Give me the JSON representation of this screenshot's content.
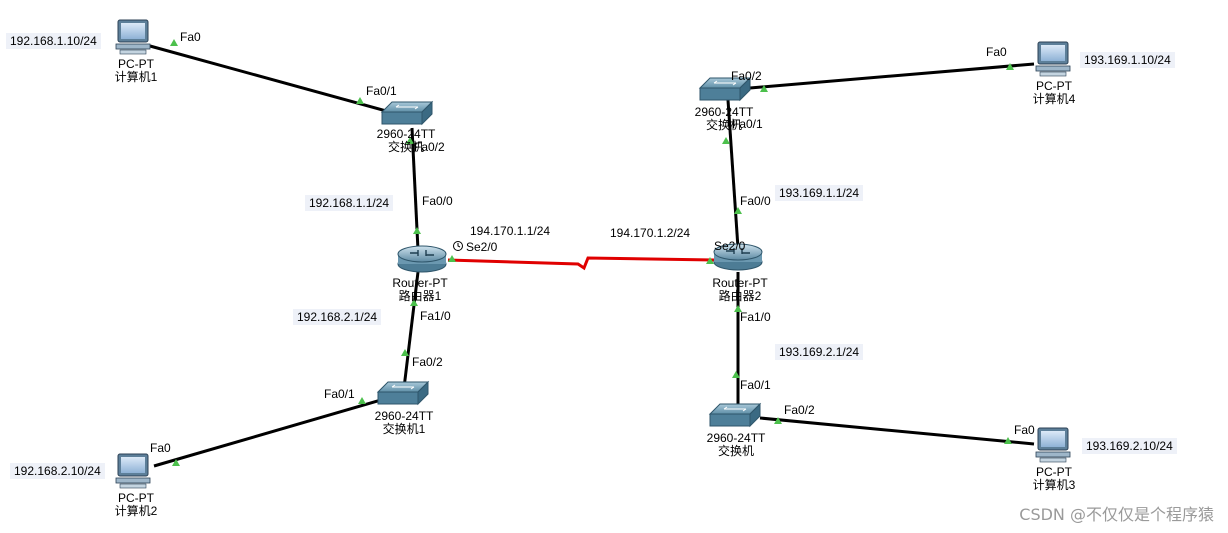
{
  "devices": {
    "pc1": {
      "type": "PC-PT",
      "name": "计算机1",
      "port": "Fa0",
      "ip": "192.168.1.10/24"
    },
    "pc2": {
      "type": "PC-PT",
      "name": "计算机2",
      "port": "Fa0",
      "ip": "192.168.2.10/24"
    },
    "pc3": {
      "type": "PC-PT",
      "name": "计算机3",
      "port": "Fa0",
      "ip": "193.169.2.10/24"
    },
    "pc4": {
      "type": "PC-PT",
      "name": "计算机4",
      "port": "Fa0",
      "ip": "193.169.1.10/24"
    },
    "sw_top_left": {
      "model": "2960-24TT",
      "name": "交换机",
      "port_up": "Fa0/1",
      "port_down": "Fa0/2"
    },
    "sw_bottom_left": {
      "model": "2960-24TT",
      "name": "交换机1",
      "port_up": "Fa0/2",
      "port_pc": "Fa0/1"
    },
    "sw_top_right": {
      "model": "2960-24TT",
      "name": "交换机",
      "port_pc": "Fa0/2",
      "port_down": "Fa0/1"
    },
    "sw_bottom_right": {
      "model": "2960-24TT",
      "name": "交换机",
      "port_up": "Fa0/1",
      "port_pc": "Fa0/2"
    },
    "router1": {
      "model": "Router-PT",
      "name": "路由器1",
      "port_fa00": "Fa0/0",
      "port_fa10": "Fa1/0",
      "port_se20": "Se2/0",
      "ip_fa00": "192.168.1.1/24",
      "ip_fa10": "192.168.2.1/24",
      "ip_se20": "194.170.1.1/24"
    },
    "router2": {
      "model": "Router-PT",
      "name": "路由器2",
      "port_fa00": "Fa0/0",
      "port_fa10": "Fa1/0",
      "port_se20": "Se2/0",
      "ip_fa00": "193.169.1.1/24",
      "ip_fa10": "193.169.2.1/24",
      "ip_se20": "194.170.1.2/24"
    }
  },
  "links": [
    {
      "from": "pc1",
      "to": "sw_top_left",
      "kind": "ethernet"
    },
    {
      "from": "sw_top_left",
      "to": "router1",
      "kind": "ethernet"
    },
    {
      "from": "router1",
      "to": "sw_bottom_left",
      "kind": "ethernet"
    },
    {
      "from": "sw_bottom_left",
      "to": "pc2",
      "kind": "ethernet"
    },
    {
      "from": "router1",
      "to": "router2",
      "kind": "serial"
    },
    {
      "from": "pc4",
      "to": "sw_top_right",
      "kind": "ethernet"
    },
    {
      "from": "sw_top_right",
      "to": "router2",
      "kind": "ethernet"
    },
    {
      "from": "router2",
      "to": "sw_bottom_right",
      "kind": "ethernet"
    },
    {
      "from": "sw_bottom_right",
      "to": "pc3",
      "kind": "ethernet"
    }
  ],
  "colors": {
    "ethernet": "#000000",
    "serial": "#e00000",
    "link_light": "#4cc04c",
    "ip_label_bg": "#eef1f8"
  },
  "watermark": "CSDN @不仅仅是个程序猿"
}
